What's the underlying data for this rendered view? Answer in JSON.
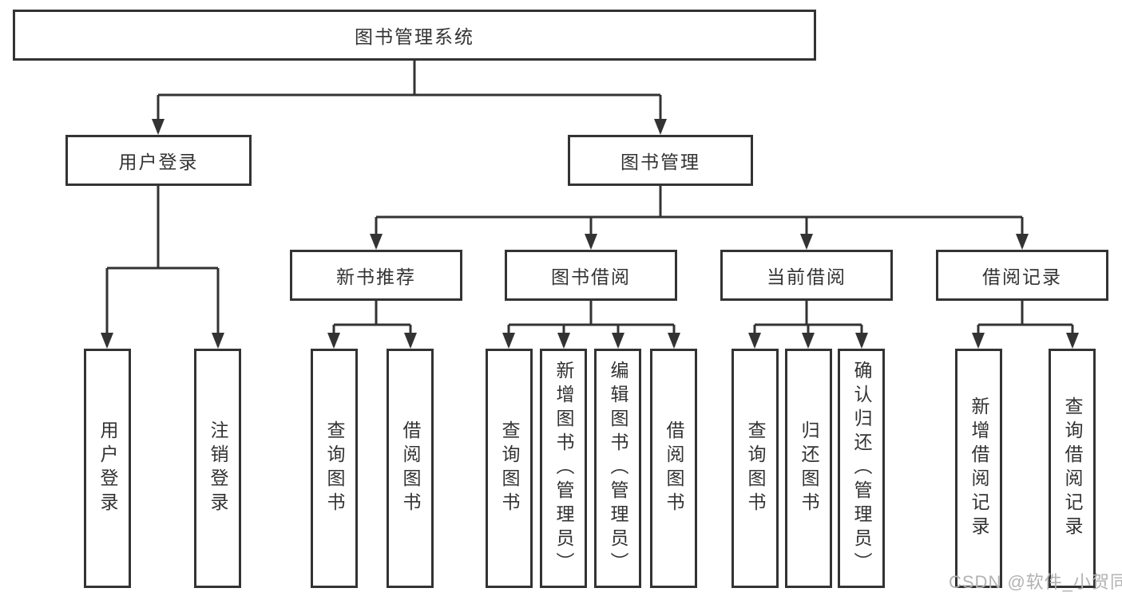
{
  "diagram": {
    "title_node": "图书管理系统",
    "level2": [
      "用户登录",
      "图书管理"
    ],
    "level3": [
      "新书推荐",
      "图书借阅",
      "当前借阅",
      "借阅记录"
    ],
    "leaves_user_login": [
      "用户登录",
      "注销登录"
    ],
    "leaves_new_books": [
      "查询图书",
      "借阅图书"
    ],
    "leaves_book_borrow": [
      "查询图书",
      "新增图书（管理员）",
      "编辑图书（管理员）",
      "借阅图书"
    ],
    "leaves_current_borrow": [
      "查询图书",
      "归还图书",
      "确认归还（管理员）"
    ],
    "leaves_borrow_records": [
      "新增借阅记录",
      "查询借阅记录"
    ]
  },
  "watermark": {
    "text": "CSDN @软件_小贺同学"
  },
  "colors": {
    "line": "#333333",
    "box_border": "#333333",
    "text": "#333333",
    "watermark": "#b2b2b2",
    "background": "#ffffff"
  }
}
